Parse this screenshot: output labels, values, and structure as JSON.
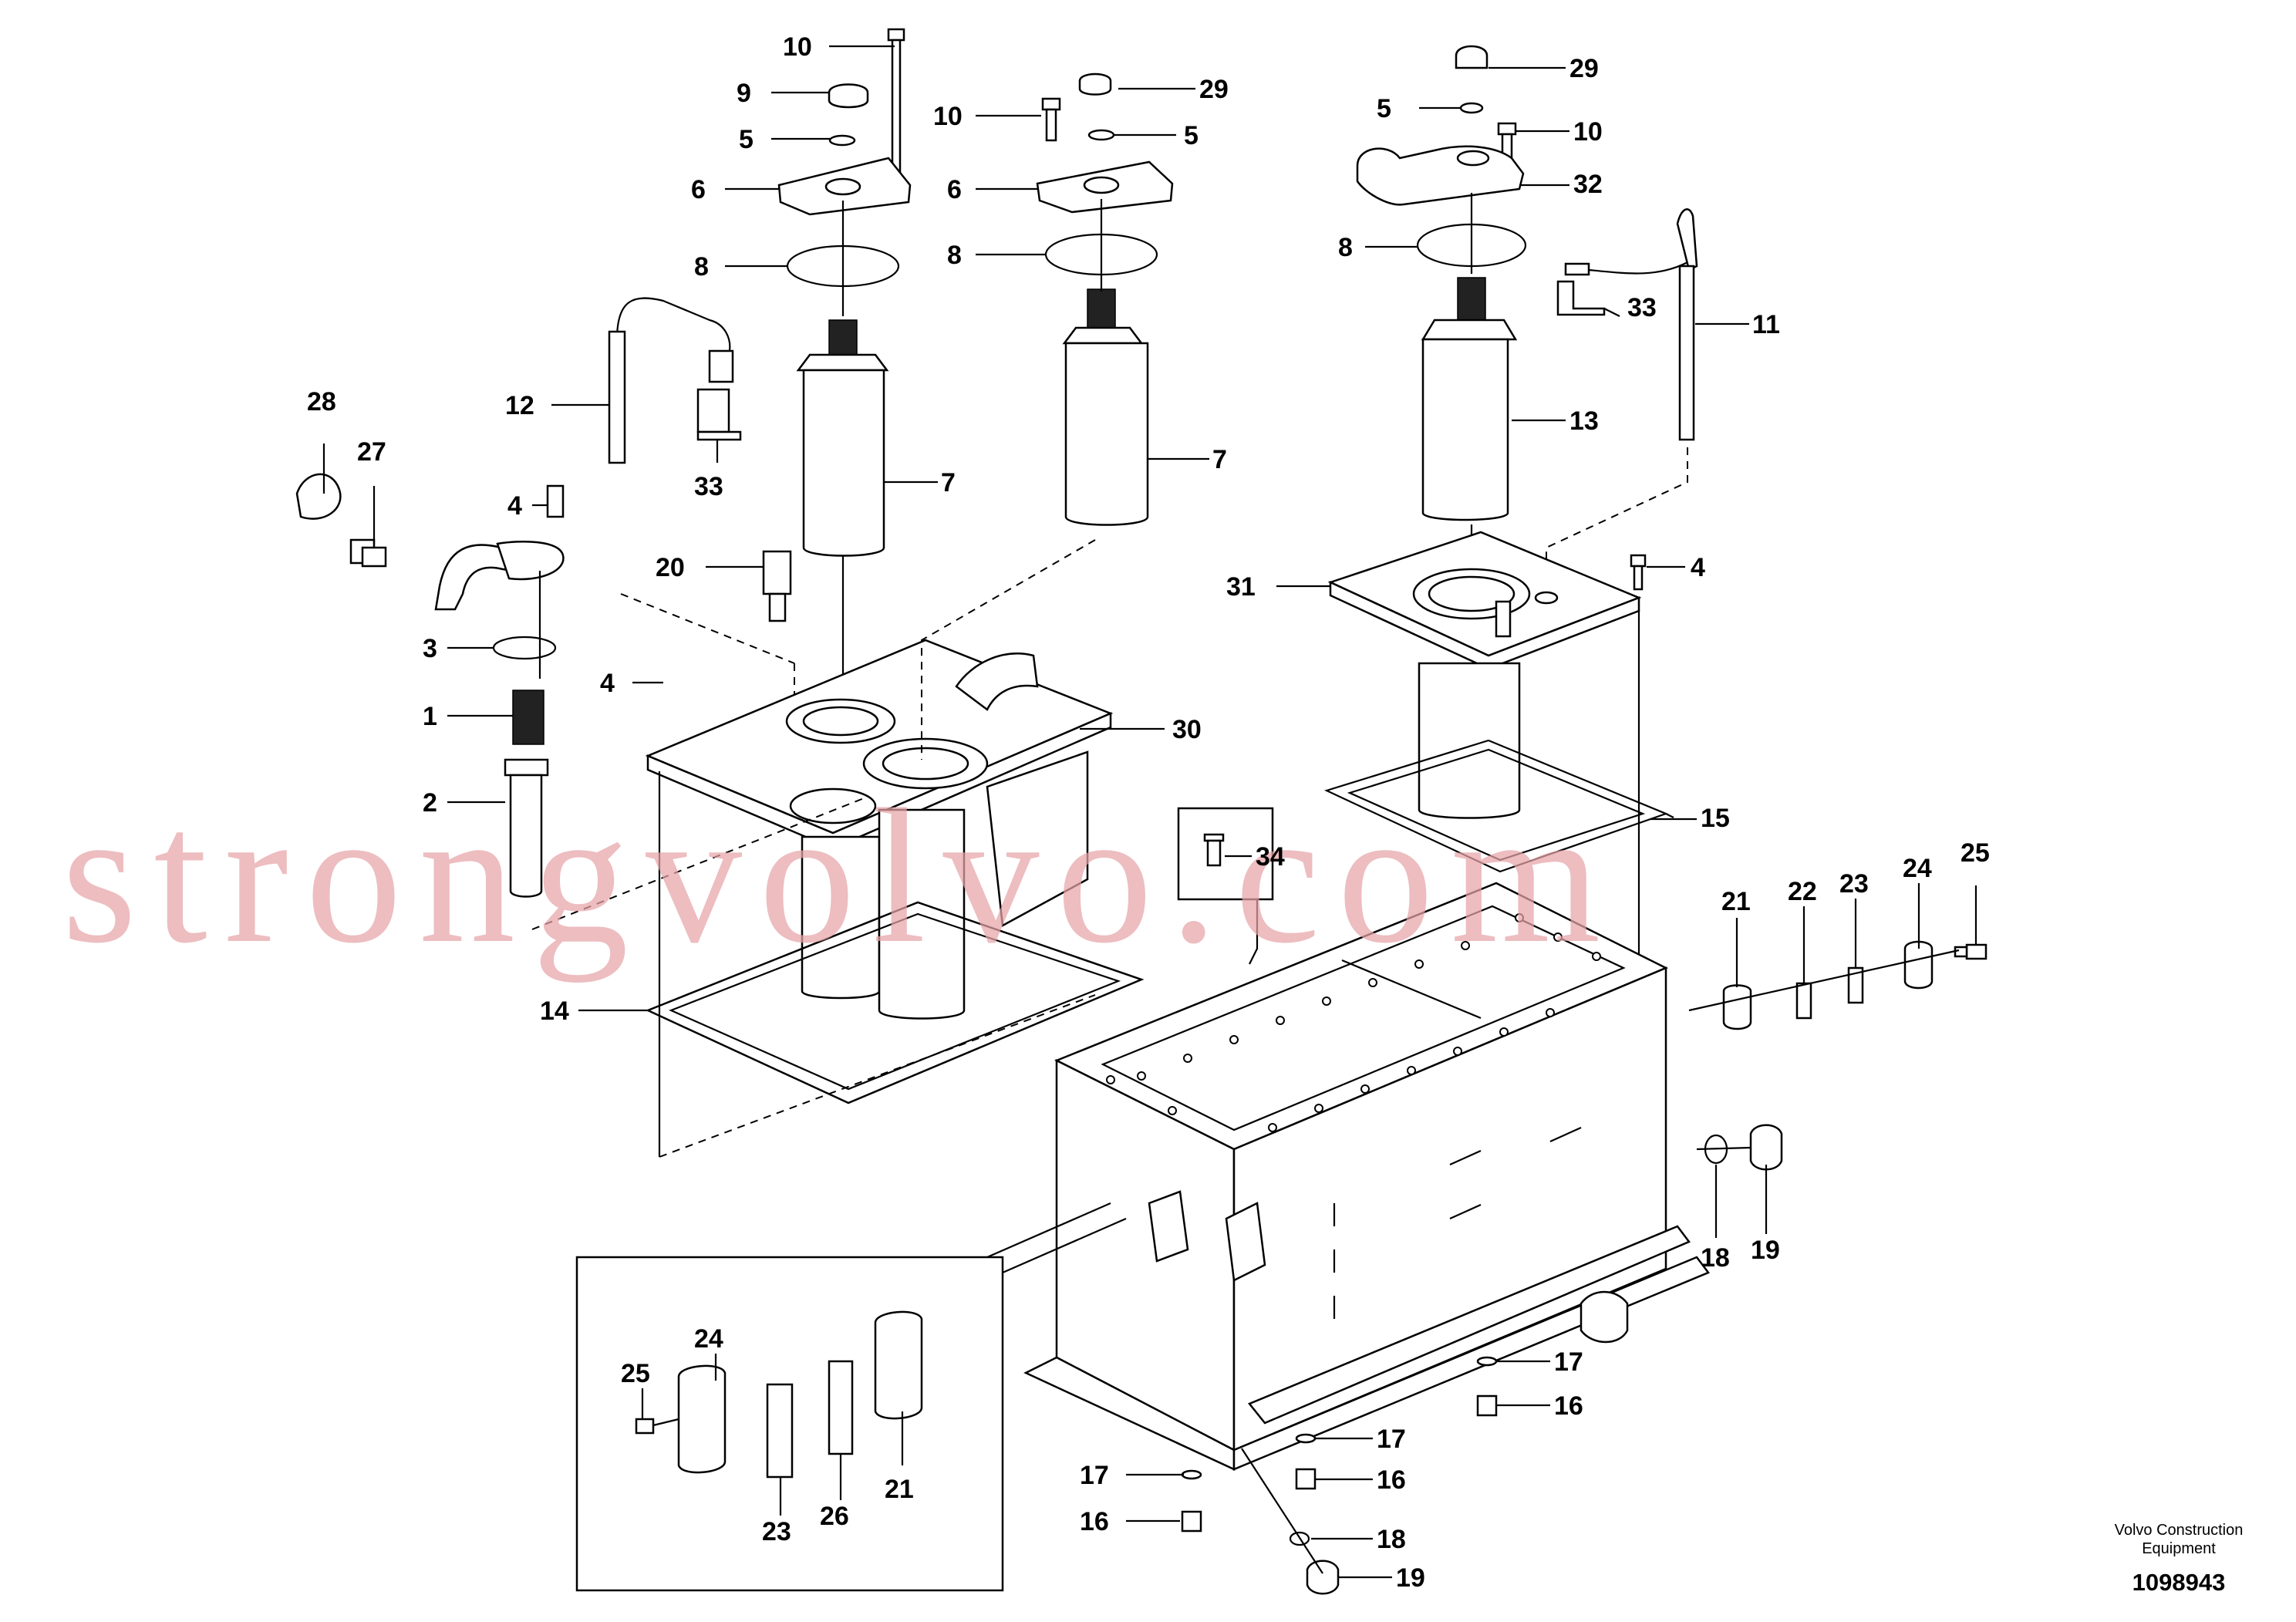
{
  "labels": {
    "l10a": "10",
    "l9": "9",
    "l5a": "5",
    "l6a": "6",
    "l8a": "8",
    "l10b": "10",
    "l29a": "29",
    "l5b": "5",
    "l6b": "6",
    "l8b": "8",
    "l29b": "29",
    "l5c": "5",
    "l10c": "10",
    "l32": "32",
    "l8c": "8",
    "l33a": "33",
    "l11": "11",
    "l13": "13",
    "l7a": "7",
    "l7b": "7",
    "l12": "12",
    "l33b": "33",
    "l28": "28",
    "l27": "27",
    "l4a": "4",
    "l20": "20",
    "l3": "3",
    "l1": "1",
    "l2": "2",
    "l4b": "4",
    "l30": "30",
    "l31": "31",
    "l4c": "4",
    "l15": "15",
    "l34": "34",
    "l14": "14",
    "l21a": "21",
    "l22": "22",
    "l23a": "23",
    "l24a": "24",
    "l25a": "25",
    "l18a": "18",
    "l19a": "19",
    "l17a": "17",
    "l16a": "16",
    "l17b": "17",
    "l16b": "16",
    "l17c": "17",
    "l16c": "16",
    "l18b": "18",
    "l19b": "19",
    "l24b": "24",
    "l25b": "25",
    "l21b": "21",
    "l23b": "23",
    "l26": "26"
  },
  "watermark": "strongvolvo.com",
  "brand": {
    "line1": "Volvo Construction",
    "line2": "Equipment",
    "drawing_number": "1098943"
  }
}
